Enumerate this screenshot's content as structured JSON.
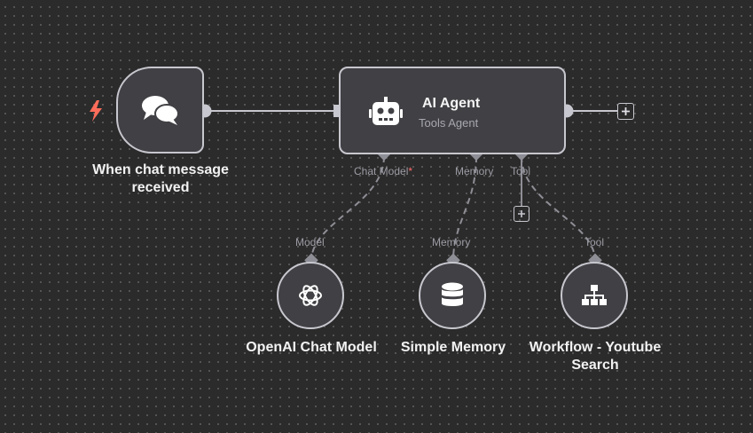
{
  "trigger": {
    "label_line1": "When chat message",
    "label_line2": "received",
    "icon": "chat-bubbles-icon",
    "badge_icon": "lightning-bolt-icon"
  },
  "agent": {
    "title": "AI Agent",
    "subtitle": "Tools Agent",
    "icon": "robot-icon",
    "ports": {
      "chat_model": "Chat Model",
      "chat_model_required": "*",
      "memory": "Memory",
      "tool": "Tool"
    }
  },
  "sub_nodes": [
    {
      "port_label": "Model",
      "label_line1": "OpenAI Chat Model",
      "label_line2": "",
      "icon": "openai-logo-icon"
    },
    {
      "port_label": "Memory",
      "label_line1": "Simple Memory",
      "label_line2": "",
      "icon": "database-icon"
    },
    {
      "port_label": "Tool",
      "label_line1": "Workflow - Youtube",
      "label_line2": "Search",
      "icon": "sitemap-icon"
    }
  ],
  "colors": {
    "canvas_bg": "#2b2b2b",
    "node_bg": "#414145",
    "node_border": "#c7c7cf",
    "connection": "#c7c7cf",
    "dashed_connection": "#8e8e96",
    "trigger_bolt": "#ff6d5a",
    "required_star": "#ff6d6d"
  }
}
